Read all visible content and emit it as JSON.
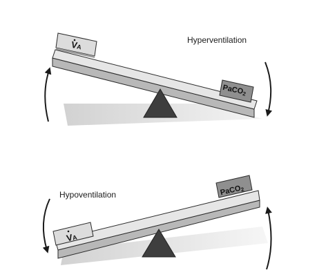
{
  "top_seesaw": {
    "caption": "Hyperventilation",
    "left_box": {
      "label": "V",
      "sub": "A"
    },
    "right_box": {
      "label": "PaCO",
      "sub": "2"
    }
  },
  "bottom_seesaw": {
    "caption": "Hypoventilation",
    "left_box": {
      "label": "V",
      "sub": "A"
    },
    "right_box": {
      "label": "PaCO",
      "sub": "2"
    }
  },
  "colors": {
    "plank_light": "#e6e6e6",
    "plank_shadow": "#b8b8b8",
    "left_box_fill": "#dcdcdc",
    "right_box_fill": "#8f8f8f",
    "fulcrum": "#3e3e3e",
    "ground_shadow": "#d9d9d9",
    "outline": "#2a2a2a"
  }
}
